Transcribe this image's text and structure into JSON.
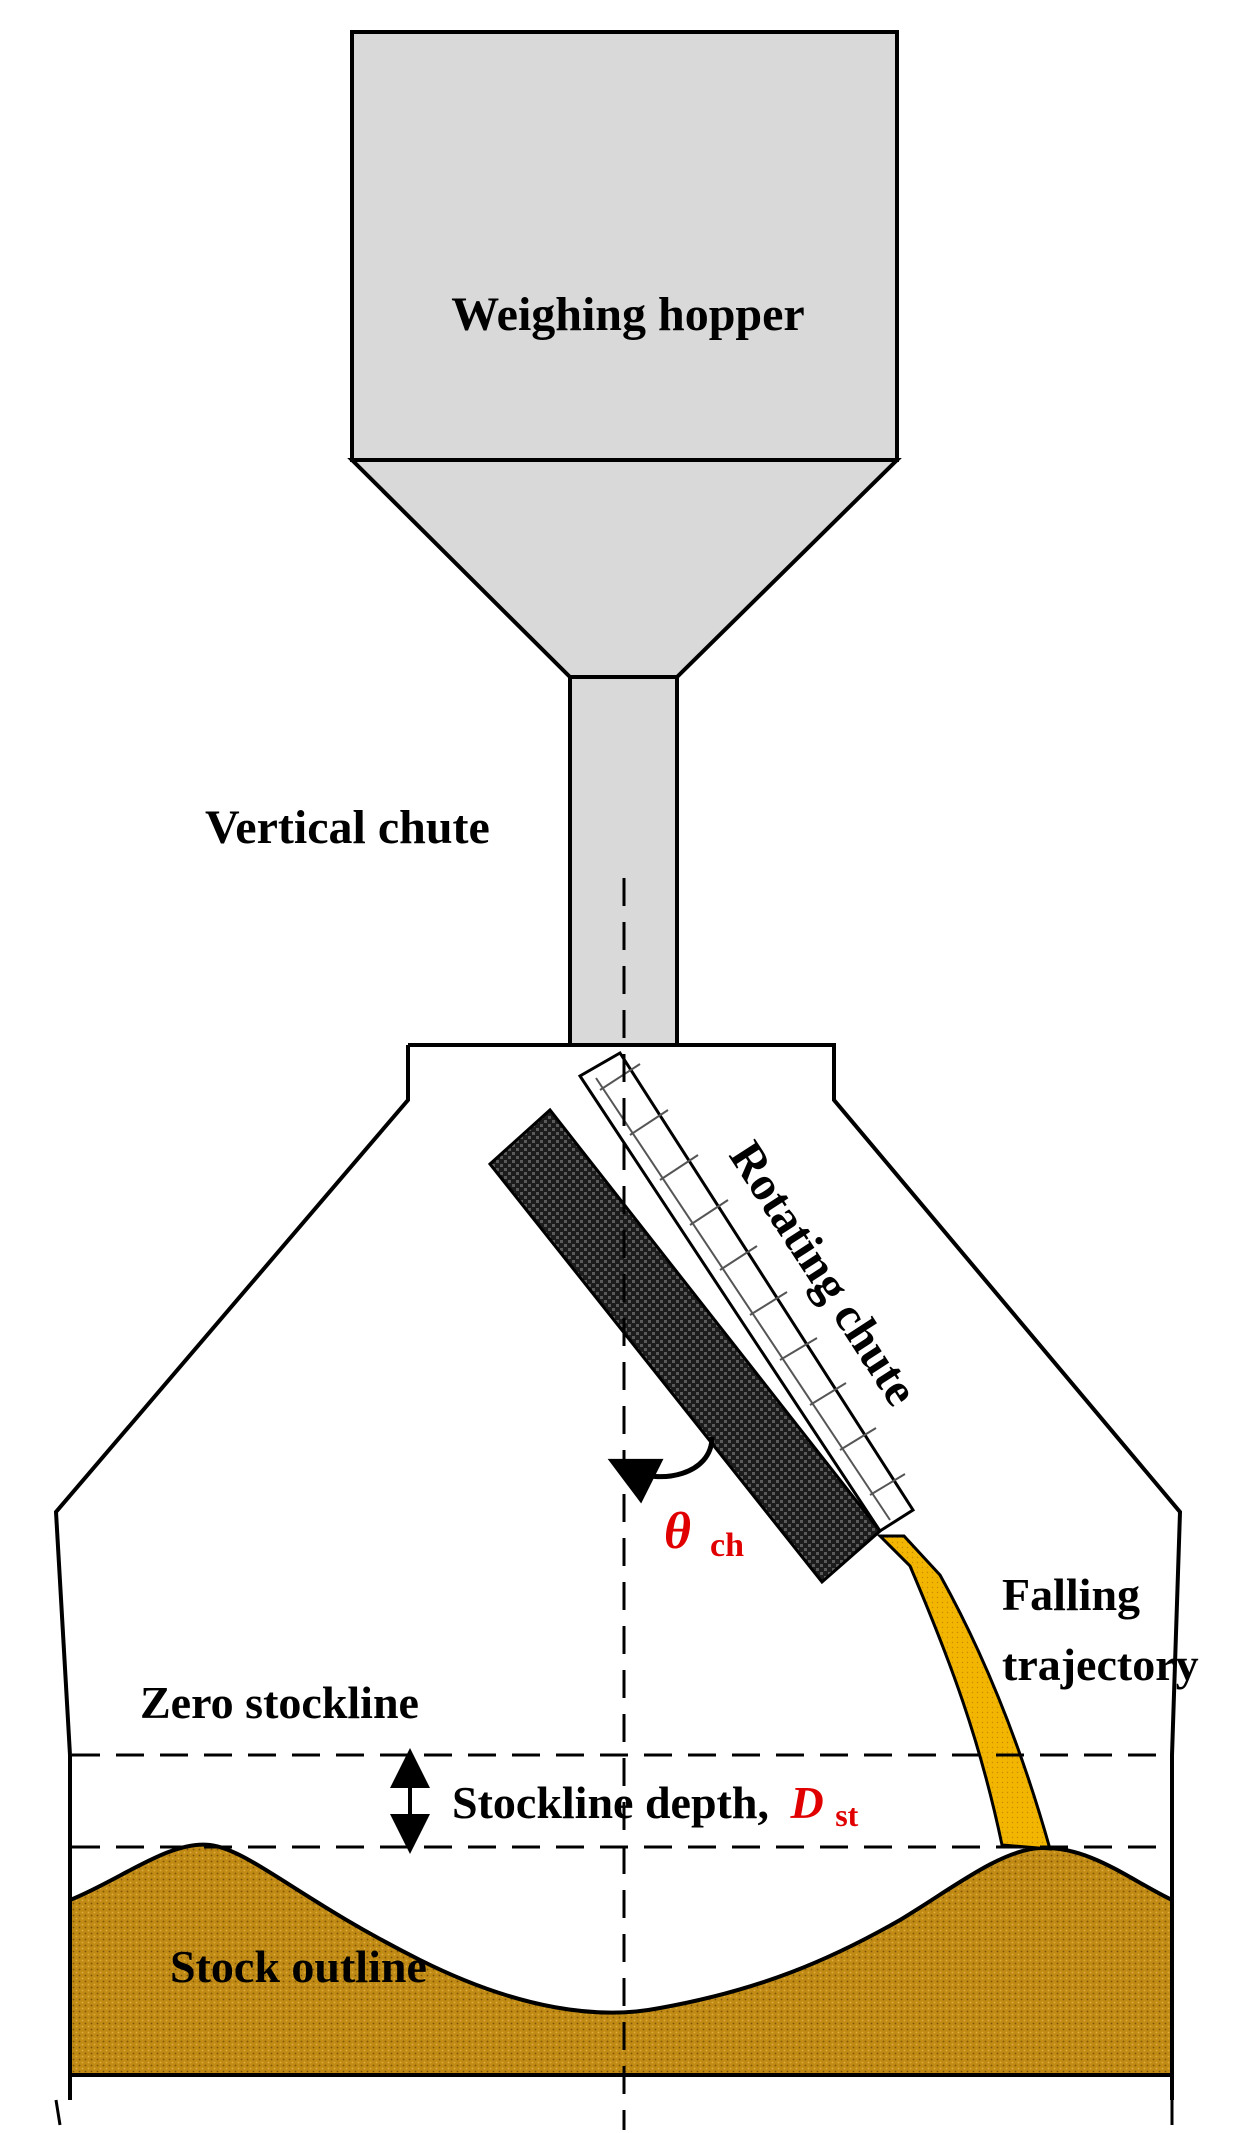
{
  "labels": {
    "weighing_hopper": "Weighing hopper",
    "vertical_chute": "Vertical chute",
    "rotating_chute": "Rotating chute",
    "angle_symbol": "θ",
    "angle_subscript": "ch",
    "falling_trajectory_line1": "Falling",
    "falling_trajectory_line2": "trajectory",
    "zero_stockline": "Zero stockline",
    "stockline_depth": "Stockline depth,",
    "depth_symbol": "D",
    "depth_subscript": "st",
    "stock_outline": "Stock outline"
  },
  "colors": {
    "hopper_fill": "#d9d9d9",
    "chute_fill": "#d9d9d9",
    "rotating_chute_dark": "#222222",
    "trajectory_fill": "#f2b600",
    "stock_fill": "#c08a14",
    "symbol_red": "#e00000",
    "outline": "#000000"
  }
}
